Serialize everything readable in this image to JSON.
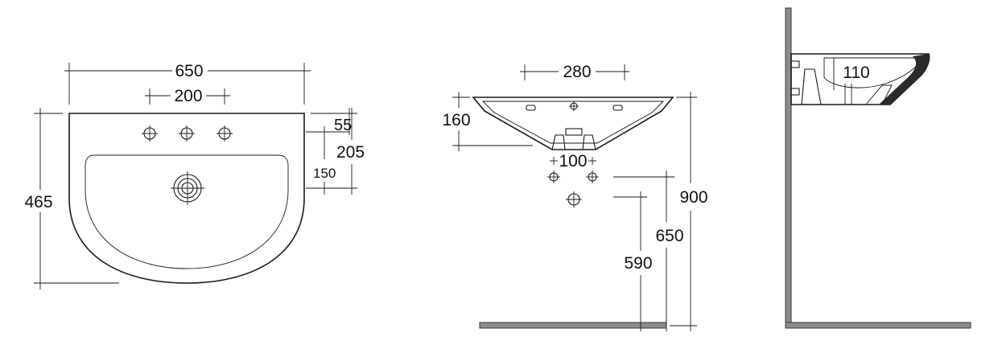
{
  "colors": {
    "line": "#1a1a1a",
    "wall": "#8c8c8c",
    "background": "#ffffff"
  },
  "dimensions": {
    "top_view": {
      "width": "650",
      "tap_hole_spacing": "200",
      "depth": "465",
      "rim_to_tap": "55",
      "tap_to_waste": "150",
      "rim_to_waste": "205"
    },
    "front_view": {
      "bracket_spacing": "280",
      "height": "160",
      "waste_spacing": "100",
      "rim_height": "900",
      "supply_height": "650",
      "waste_height": "590"
    },
    "side_view": {
      "bowl_depth": "110"
    }
  }
}
